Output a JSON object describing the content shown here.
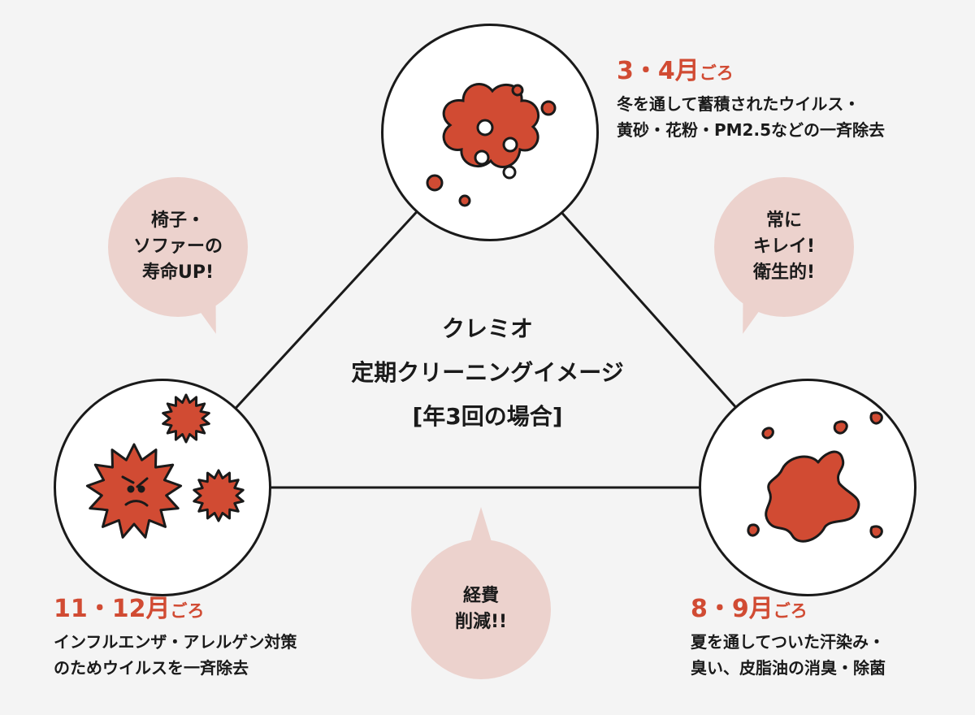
{
  "diagram": {
    "title_lines": [
      "クレミオ",
      "定期クリーニングイメージ",
      "[年3回の場合]"
    ],
    "nodes": {
      "spring": {
        "icon": "dust-cloud-icon",
        "period": "3・4月",
        "period_suffix": "ごろ",
        "description_lines": [
          "冬を通して蓄積されたウイルス・",
          "黄砂・花粉・PM2.5などの一斉除去"
        ]
      },
      "summer": {
        "icon": "stain-splash-icon",
        "period": "8・9月",
        "period_suffix": "ごろ",
        "description_lines": [
          "夏を通してついた汗染み・",
          "臭い、皮脂油の消臭・除菌"
        ]
      },
      "autumn": {
        "icon": "virus-germs-icon",
        "period": "11・12月",
        "period_suffix": "ごろ",
        "description_lines": [
          "インフルエンザ・アレルゲン対策",
          "のためウイルスを一斉除去"
        ]
      }
    },
    "benefits": {
      "furniture": "椅子・\nソファーの\n寿命UP!",
      "hygiene": "常に\nキレイ!\n衛生的!",
      "cost": "経費\n削減!!"
    },
    "colors": {
      "accent": "#d14b33",
      "bubble": "#ecd2cd",
      "outline": "#1a1a1a",
      "background": "#f4f4f4"
    }
  }
}
